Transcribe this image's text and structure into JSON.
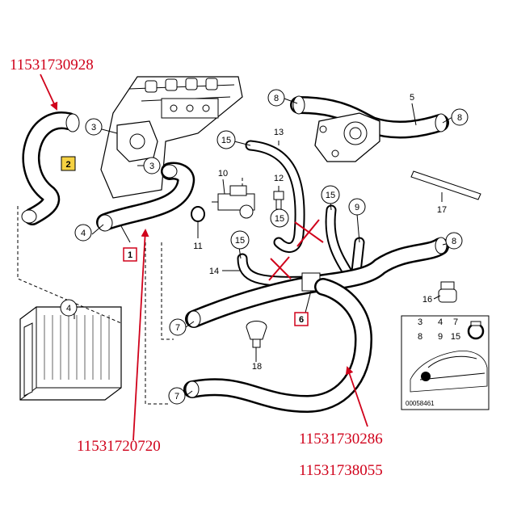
{
  "red_part_numbers": {
    "upper_left": "11531730928",
    "bottom_left": "11531720720",
    "bottom_right_1": "11531730286",
    "bottom_right_2": "11531738055"
  },
  "callouts": {
    "c1": "1",
    "c2": "2",
    "c3a": "3",
    "c3b": "3",
    "c4a": "4",
    "c4b": "4",
    "c5": "5",
    "c6": "6",
    "c7a": "7",
    "c7b": "7",
    "c8a": "8",
    "c8b": "8",
    "c8c": "8",
    "c9": "9",
    "c10": "10",
    "c11": "11",
    "c12": "12",
    "c13": "13",
    "c14": "14",
    "c15a": "15",
    "c15b": "15",
    "c15c": "15",
    "c15d": "15",
    "c16": "16",
    "c17": "17",
    "c18": "18"
  },
  "inset": {
    "row1": [
      "3",
      "4",
      "7"
    ],
    "row2": [
      "8",
      "9",
      "15"
    ],
    "code": "00058461"
  },
  "colors": {
    "annotation_red": "#d0021b",
    "highlight_yellow": "#f5d142",
    "line": "#000000"
  }
}
